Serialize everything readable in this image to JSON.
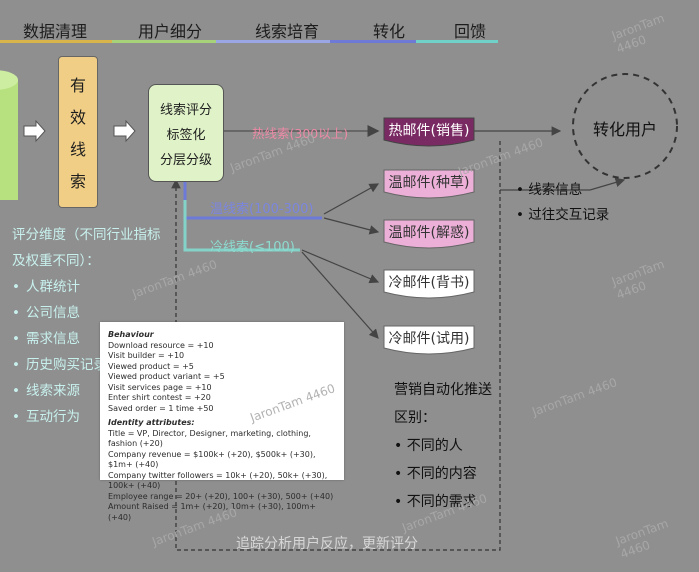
{
  "stages": [
    "数据清理",
    "用户细分",
    "线索培育",
    "转化",
    "回馈"
  ],
  "stage_colors": [
    "#d9b44a",
    "#a7d27a",
    "#9aa6e6",
    "#6f7ad6",
    "#6fd1c8"
  ],
  "valid_leads": [
    "有",
    "效",
    "线",
    "索"
  ],
  "process_box": [
    "线索评分",
    "标签化",
    "分层分级"
  ],
  "hot_lead_label": "热线索(300以上)",
  "warm_lead_label": "温线索(100-300)",
  "cold_lead_label": "冷线索(≤100)",
  "mails": [
    "热邮件(销售)",
    "温邮件(种草)",
    "温邮件(解惑)",
    "冷邮件(背书)",
    "冷邮件(试用)"
  ],
  "converted_users": "转化用户",
  "conversion_info": [
    "• 线索信息",
    "• 过往交互记录"
  ],
  "scoring": {
    "title_line1": "评分维度（不同行业指标",
    "title_line2": "及权重不同）：",
    "items": [
      "人群统计",
      "公司信息",
      "需求信息",
      "历史购买记录",
      "线索来源",
      "互动行为"
    ]
  },
  "panel": {
    "behaviour_title": "Behaviour",
    "behaviour": [
      "Download resource = +10",
      "Visit builder = +10",
      "Viewed product = +5",
      "Viewed product variant = +5",
      "Visit services page = +10",
      "Enter shirt contest = +20",
      "Saved order = 1 time +50"
    ],
    "identity_title": "Identity attributes:",
    "identity": [
      "Title = VP, Director, Designer, marketing, clothing, fashion (+20)",
      "Company revenue = $100k+ (+20), $500k+ (+30), $1m+ (+40)",
      "Company twitter followers = 10k+ (+20), 50k+ (+30), 100k+ (+40)",
      "Employee range = 20+ (+20), 100+ (+30), 500+ (+40)",
      "Amount Raised = 1m+ (+20), 10m+ (+30), 100m+ (+40)"
    ]
  },
  "automation": {
    "title": "营销自动化推送",
    "subtitle": "区别：",
    "items": [
      "• 不同的人",
      "• 不同的内容",
      "• 不同的需求"
    ]
  },
  "footer": "追踪分析用户反应，更新评分",
  "watermark": "JaronTam 4460",
  "colors": {
    "valid_leads_fill": "#f0ce86",
    "process_fill": "#e0f2c8",
    "hot_mail": "#7a2a63",
    "warm_mail": "#ecb0d8",
    "cold_mail": "#ffffff",
    "hot_arrow": "#ee8aa6",
    "warm_line": "#6d7ad8",
    "cold_line": "#84d3c8",
    "left_text": "#c8f1ee"
  }
}
